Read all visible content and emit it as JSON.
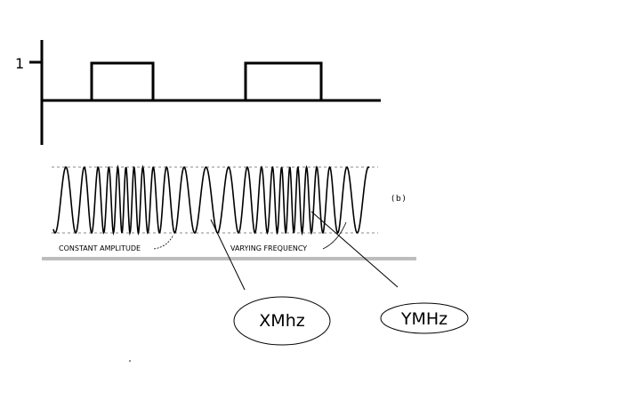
{
  "square_wave": {
    "level_label": "1"
  },
  "fm_figure": {
    "panel_label": "(b)",
    "amplitude_label": "CONSTANT AMPLITUDE",
    "frequency_label": "VARYING FREQUENCY"
  },
  "callouts": [
    {
      "text": "XMhz"
    },
    {
      "text": "YMHz"
    }
  ],
  "colors": {
    "ink": "#000000",
    "dashed": "#888888",
    "strip": "#bdbdbd"
  }
}
